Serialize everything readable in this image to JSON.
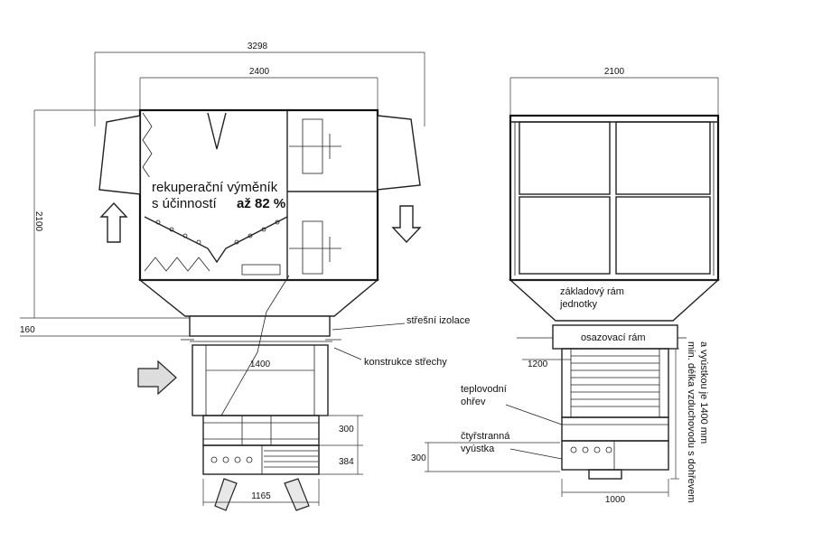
{
  "dimensions": {
    "left_overall_width": "3298",
    "left_unit_width": "2400",
    "left_height": "2100",
    "left_curb_height": "160",
    "left_duct_width": "1400",
    "left_heater_height": "300",
    "left_diffuser_height": "384",
    "left_diffuser_width": "1165",
    "right_unit_width": "2100",
    "right_duct_width": "1200",
    "right_diffuser_height": "300",
    "right_diffuser_width": "1000"
  },
  "labels": {
    "heat_exchanger_line1": "rekuperační  výměník",
    "heat_exchanger_line2": "s účinností",
    "heat_exchanger_efficiency": "až 82 %",
    "roof_insulation": "střešní izolace",
    "roof_construction": "konstrukce střechy",
    "unit_frame_line1": "základový  rám",
    "unit_frame_line2": "jednotky",
    "mounting_frame": "osazovací rám",
    "water_heating_line1": "teplovodní",
    "water_heating_line2": "ohřev",
    "four_way_line1": "čtyřstranná",
    "four_way_line2": "vyústka",
    "duct_note_line1": "min. délka vzduchovodu s dohřevem",
    "duct_note_line2": "a vyústkou je 1400 mm"
  },
  "colors": {
    "line": "#222222",
    "background": "#ffffff"
  }
}
